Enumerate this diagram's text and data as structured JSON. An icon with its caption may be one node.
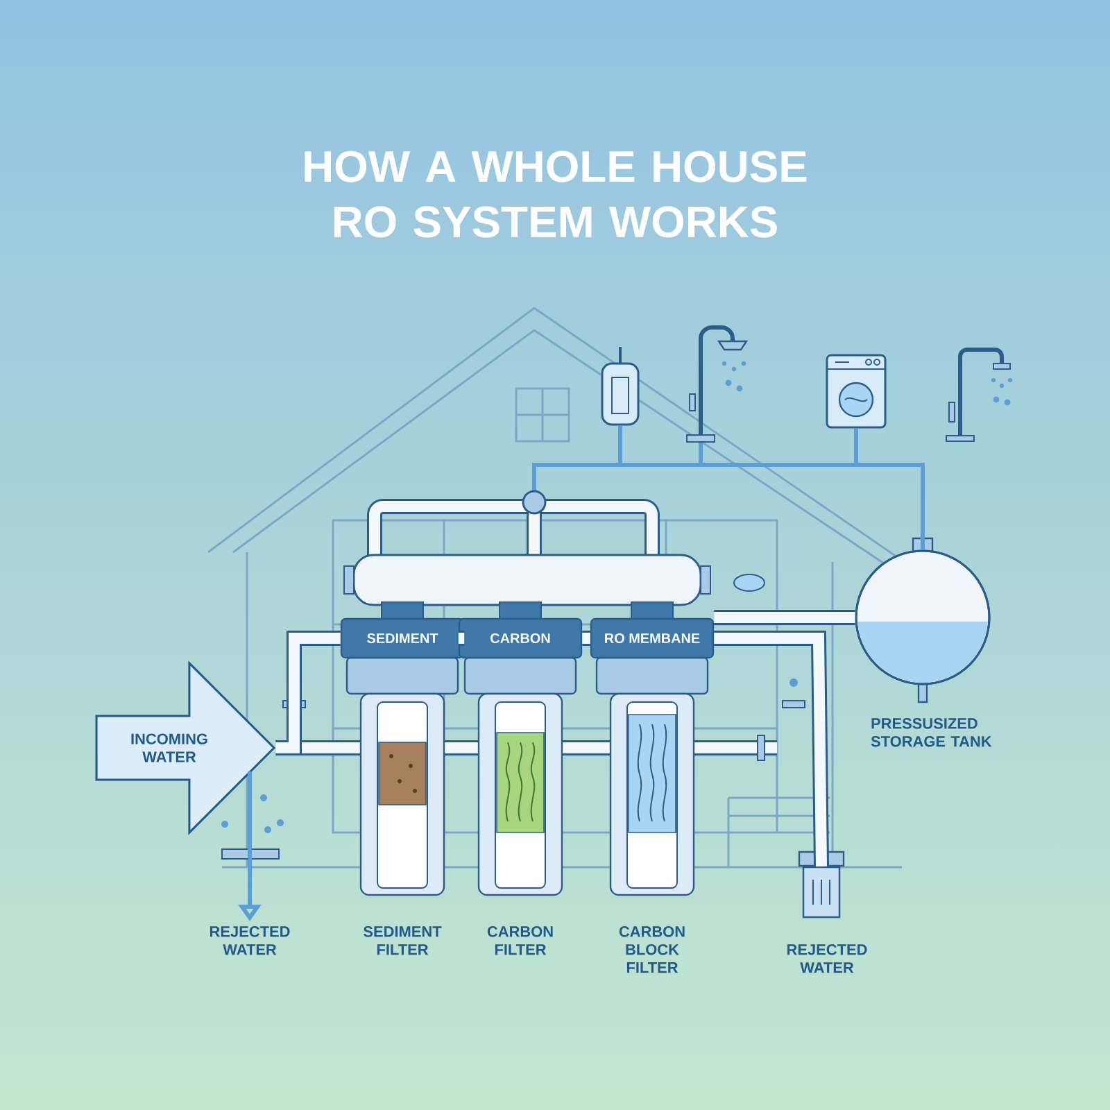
{
  "diagram": {
    "title": "HOW A WHOLE HOUSE RO SYSTEM WORKS",
    "nodes": [
      {
        "text": [
          "INCOMING WATER"
        ]
      },
      {
        "text": [
          "SEDIMENT",
          "SEDIMENT FILTER"
        ]
      },
      {
        "text": [
          "CARBON",
          "CARBON FILTER"
        ]
      },
      {
        "text": [
          "RO MEMBANE",
          "CARBON BLOCK FILTER"
        ]
      },
      {
        "text": [
          "PRESSUSIZED STORAGE TANK"
        ]
      },
      {
        "text": [
          "REJECTED WATER"
        ]
      },
      {
        "text": [
          "REJECTED WATER"
        ]
      },
      {
        "text": [],
        "shape": "picture"
      },
      {
        "text": [],
        "shape": "picture"
      },
      {
        "text": [],
        "shape": "picture"
      }
    ],
    "edges": [
      {
        "from": 0,
        "to": 1,
        "arrow": "none"
      },
      {
        "from": 1,
        "to": 2,
        "arrow": "none"
      },
      {
        "from": 2,
        "to": 3,
        "arrow": "none"
      },
      {
        "from": 3,
        "to": 4,
        "arrow": "none"
      },
      {
        "from": 3,
        "to": 6,
        "arrow": "none"
      },
      {
        "from": 0,
        "to": 5,
        "arrow": "to",
        "color": "#5aa0d6"
      },
      {
        "from": 4,
        "to": 7,
        "arrow": "none",
        "color": "#5aa0d6"
      },
      {
        "from": 4,
        "to": 8,
        "arrow": "none",
        "color": "#5aa0d6"
      },
      {
        "from": 4,
        "to": 9,
        "arrow": "none",
        "color": "#5aa0d6"
      }
    ]
  }
}
